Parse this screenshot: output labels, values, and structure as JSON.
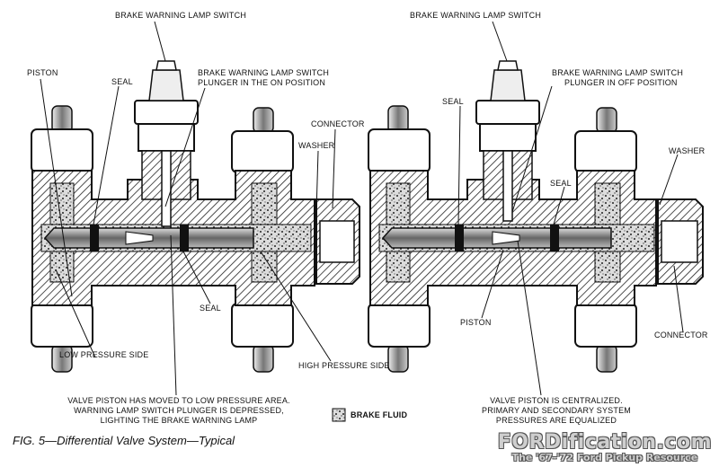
{
  "left_panel": {
    "lamp_switch": "BRAKE WARNING LAMP SWITCH",
    "plunger": [
      "BRAKE WARNING LAMP SWITCH",
      "PLUNGER IN THE ON POSITION"
    ],
    "piston": "PISTON",
    "seal_top": "SEAL",
    "connector": "CONNECTOR",
    "washer": "WASHER",
    "seal_bottom": "SEAL",
    "low_pressure": "LOW PRESSURE SIDE",
    "high_pressure": "HIGH PRESSURE SIDE",
    "description": [
      "VALVE PISTON HAS MOVED TO LOW PRESSURE AREA.",
      "WARNING LAMP SWITCH PLUNGER IS DEPRESSED,",
      "LIGHTING THE BRAKE WARNING LAMP"
    ]
  },
  "right_panel": {
    "lamp_switch": "BRAKE WARNING LAMP SWITCH",
    "plunger": [
      "BRAKE WARNING LAMP SWITCH",
      "PLUNGER IN OFF POSITION"
    ],
    "seal_top": "SEAL",
    "seal_right": "SEAL",
    "washer": "WASHER",
    "piston": "PISTON",
    "connector": "CONNECTOR",
    "description": [
      "VALVE PISTON IS CENTRALIZED.",
      "PRIMARY AND SECONDARY SYSTEM",
      "PRESSURES ARE EQUALIZED"
    ]
  },
  "legend": {
    "brake_fluid": "BRAKE FLUID"
  },
  "caption": "FIG. 5—Differential Valve System—Typical",
  "watermark": {
    "title": "FORDification.com",
    "subtitle": "The '67-'72 Ford Pickup Resource"
  }
}
